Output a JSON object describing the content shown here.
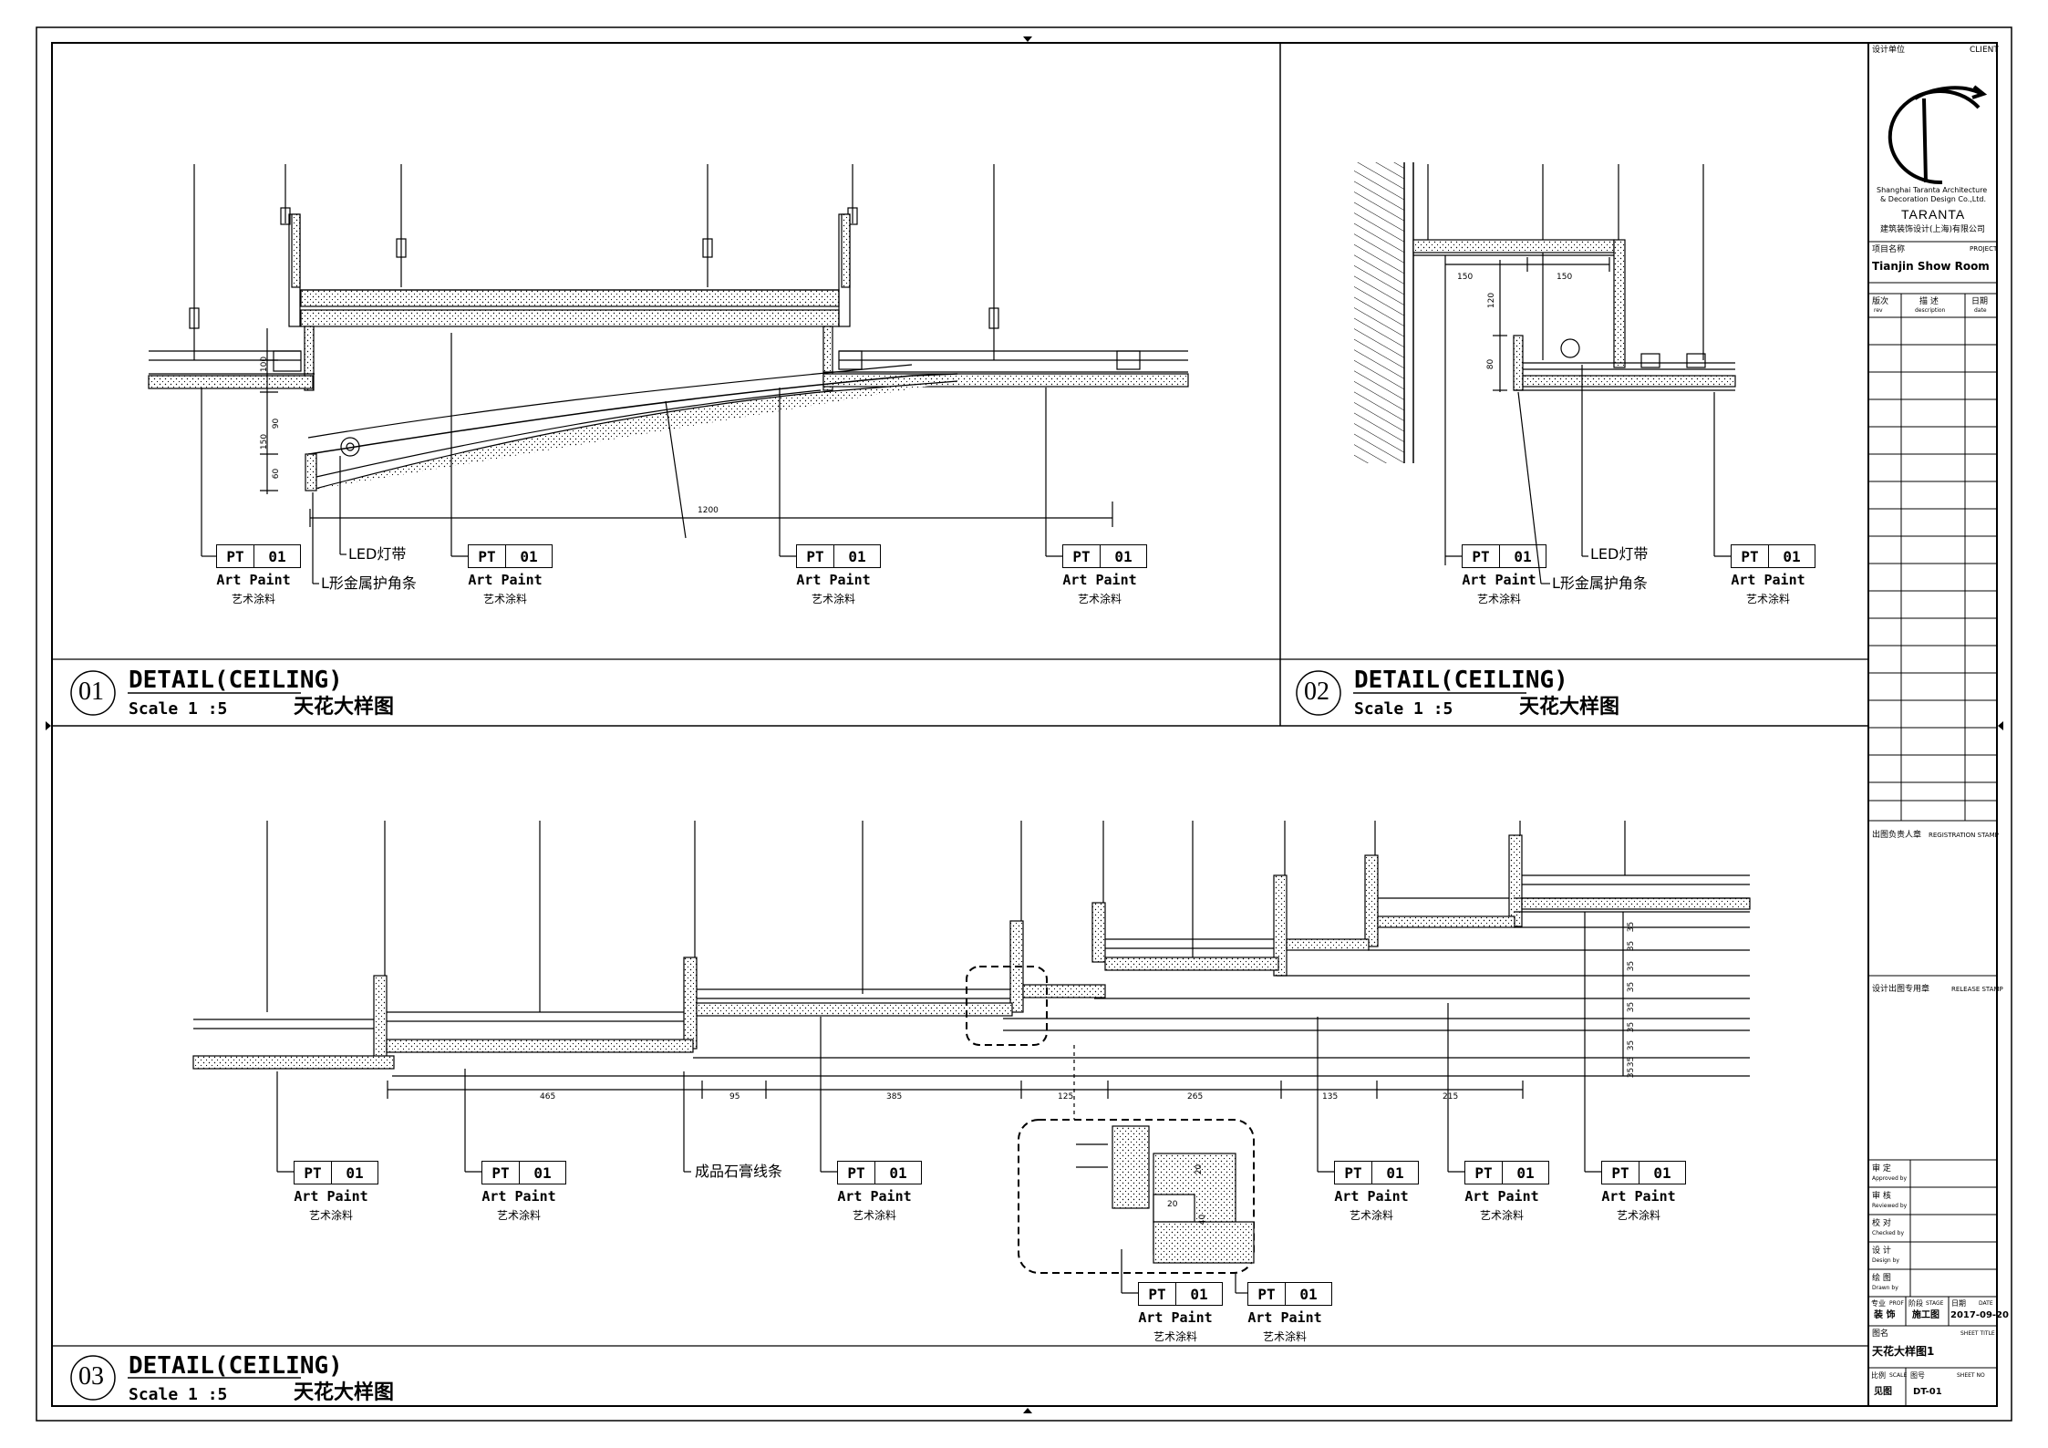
{
  "details": [
    {
      "number": "01",
      "title": "DETAIL(CEILING)",
      "scale": "Scale 1 :5",
      "title_cn": "天花大样图"
    },
    {
      "number": "02",
      "title": "DETAIL(CEILING)",
      "scale": "Scale 1 :5",
      "title_cn": "天花大样图"
    },
    {
      "number": "03",
      "title": "DETAIL(CEILING)",
      "scale": "Scale 1 :5",
      "title_cn": "天花大样图"
    }
  ],
  "material_tag": {
    "code": "PT",
    "index": "01",
    "name": "Art Paint",
    "name_cn": "艺术涂料"
  },
  "notes": {
    "led": "LED灯带",
    "l_trim": "L形金属护角条",
    "gypsum": "成品石膏线条"
  },
  "dims": {
    "d1_span": "1200",
    "d1_150": "150",
    "d1_90": "90",
    "d1_60": "60",
    "d1_100": "100",
    "d2_150a": "150",
    "d2_150b": "150",
    "d2_120": "120",
    "d2_80": "80",
    "d3_465": "465",
    "d3_95": "95",
    "d3_385": "385",
    "d3_125": "125",
    "d3_265": "265",
    "d3_135": "135",
    "d3_215": "215",
    "d3_side": [
      "35",
      "35",
      "35",
      "35",
      "35",
      "35",
      "35",
      "35",
      "35"
    ],
    "det_20a": "20",
    "det_20b": "20",
    "det_40": "40"
  },
  "titleblock": {
    "design_unit": "设计单位",
    "client": "CLIENT",
    "company_en1": "Shanghai Taranta Architecture",
    "company_en2": "& Decoration Design Co.,Ltd.",
    "brand": "TARANTA",
    "company_cn": "建筑装饰设计(上海)有限公司",
    "project_label": "项目名称",
    "project_label_en": "PROJECT",
    "project_name": "Tianjin Show Room",
    "rev": "版次",
    "rev_en": "rev",
    "desc": "描  述",
    "desc_en": "description",
    "date": "日期",
    "date_en": "date",
    "reg_stamp_cn": "出图负责人章",
    "reg_stamp": "REGISTRATION STAMP",
    "release_cn": "设计出图专用章",
    "release": "RELEASE STAMP",
    "approved_cn": "审  定",
    "approved": "Approved by",
    "reviewed_cn": "审  核",
    "reviewed": "Reviewed by",
    "checked_cn": "校  对",
    "checked": "Checked by",
    "designed_cn": "设  计",
    "designed": "Design by",
    "drawn_cn": "绘  图",
    "drawn": "Drawn by",
    "prof_cn": "专业",
    "prof": "PROF",
    "prof_val": "装 饰",
    "stage_cn": "阶段",
    "stage": "STAGE",
    "stage_val": "施工图",
    "date2_cn": "日期",
    "date2": "DATE",
    "date_val": "2017-09-20",
    "sheet_title_cn": "图名",
    "sheet_title": "SHEET TITLE",
    "sheet_title_val": "天花大样图1",
    "scale_cn": "比例",
    "scale_en": "SCALE",
    "scale_val": "见图",
    "sheetno_cn": "图号",
    "sheetno": "SHEET NO",
    "sheetno_val": "DT-01"
  },
  "colors": {
    "line": "#000000",
    "background": "#ffffff"
  }
}
